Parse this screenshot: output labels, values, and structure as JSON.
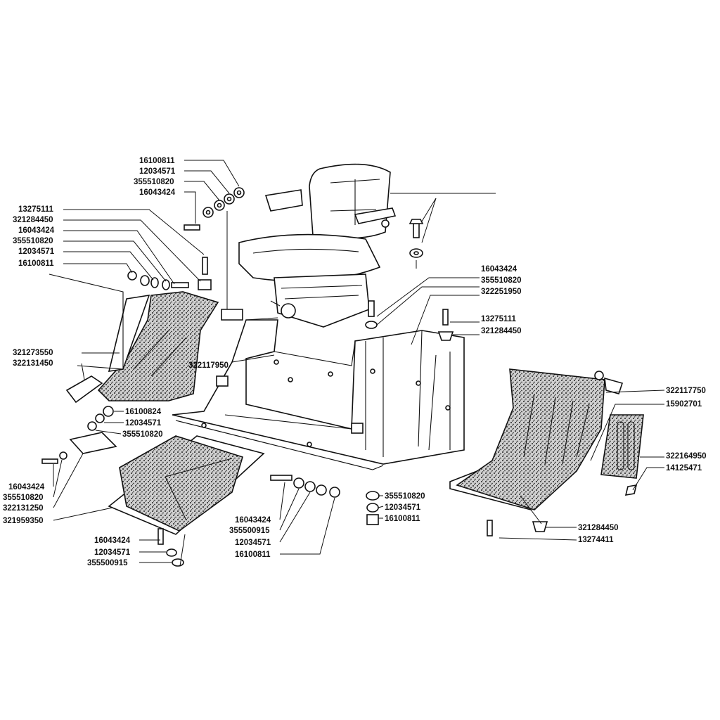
{
  "labels": {
    "l1": "16100811",
    "l2": "12034571",
    "l3": "355510820",
    "l4": "16043424",
    "l5": "13275111",
    "l6": "321284450",
    "l7": "16043424",
    "l8": "355510820",
    "l9": "12034571",
    "l10": "16100811",
    "l11": "321273550",
    "l12": "322131450",
    "l13": "322117950",
    "l14": "16100824",
    "l15": "12034571",
    "l16": "355510820",
    "l17": "16043424",
    "l18": "355510820",
    "l19": "322131250",
    "l20": "321959350",
    "l21": "16043424",
    "l22": "12034571",
    "l23": "355500915",
    "l24": "16043424",
    "l25": "355500915",
    "l26": "12034571",
    "l27": "16100811",
    "l28": "355510820",
    "l29": "12034571",
    "l30": "16100811",
    "l31": "16043424",
    "l32": "355510820",
    "l33": "322251950",
    "l34": "13275111",
    "l35": "321284450",
    "l36": "322117750",
    "l37": "15902701",
    "l38": "322164950",
    "l39": "14125471",
    "l40": "321284450",
    "l41": "13274411"
  }
}
